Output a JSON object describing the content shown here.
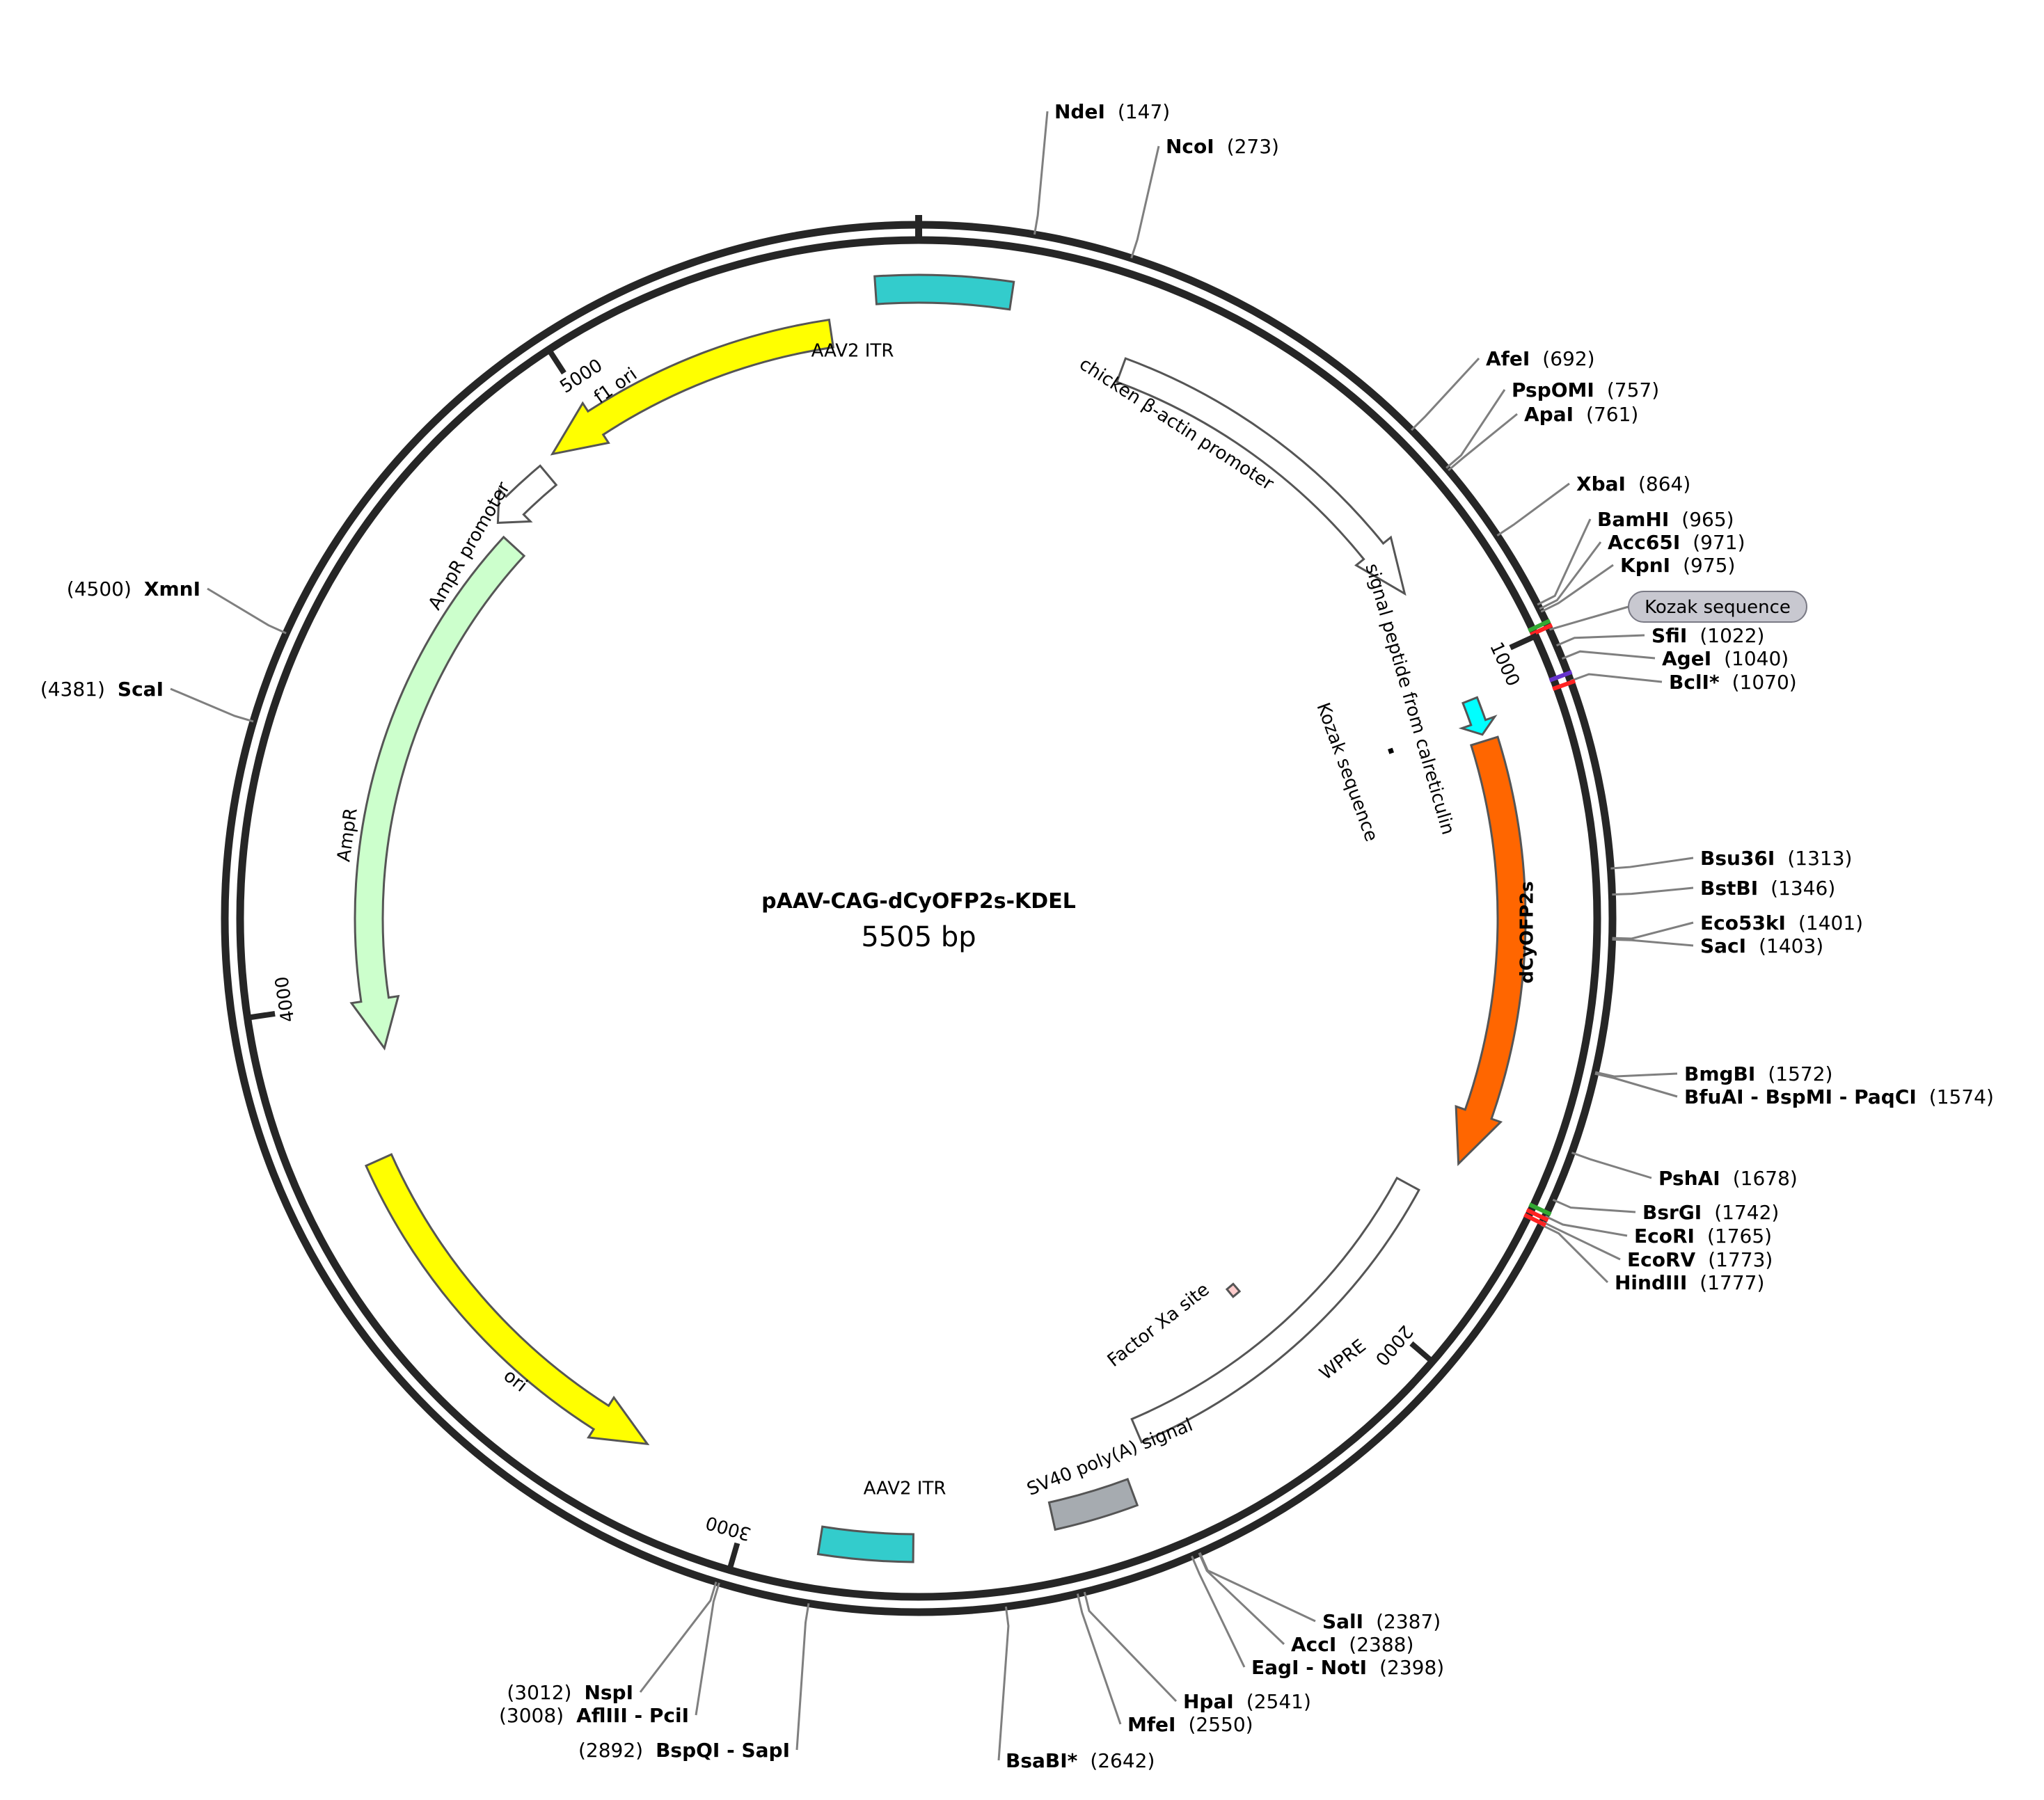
{
  "plasmid": {
    "name": "pAAV-CAG-dCyOFP2s-KDEL",
    "length_label": "5505 bp",
    "length": 5505
  },
  "ticks": [
    {
      "position": 1000,
      "label": "1000"
    },
    {
      "position": 2000,
      "label": "2000"
    },
    {
      "position": 3000,
      "label": "3000"
    },
    {
      "position": 4000,
      "label": "4000"
    },
    {
      "position": 5000,
      "label": "5000"
    }
  ],
  "features": [
    {
      "id": "aav2-itr-1",
      "label": "AAV2 ITR",
      "start": 5445,
      "end": 130,
      "color": "#33CCCC",
      "arrow": false
    },
    {
      "id": "cba-promoter",
      "label": "chicken β-actin promoter",
      "start": 310,
      "end": 860,
      "color": "#FFFFFF",
      "arrow": true,
      "direction": 1
    },
    {
      "id": "signal-peptide",
      "label": "signal peptide from calreticulin",
      "start": 1046,
      "end": 1100,
      "color": "#00FFFF",
      "arrow": true,
      "direction": 1
    },
    {
      "id": "dcyofp2s",
      "label": "dCyOFP2s",
      "start": 1110,
      "end": 1750,
      "color": "#FF6600",
      "arrow": true,
      "direction": 1
    },
    {
      "id": "wpre",
      "label": "WPRE",
      "start": 1812,
      "end": 2400,
      "color": "#FFFFFF",
      "arrow": false
    },
    {
      "id": "sv40-polya",
      "label": "SV40 poly(A) signal",
      "start": 2440,
      "end": 2560,
      "color": "#A6ABB0",
      "arrow": false
    },
    {
      "id": "aav2-itr-2",
      "label": "AAV2 ITR",
      "start": 2760,
      "end": 2890,
      "color": "#33CCCC",
      "arrow": false
    },
    {
      "id": "ori",
      "label": "ori",
      "start": 3170,
      "end": 3760,
      "color": "#FFFF00",
      "arrow": true,
      "direction": -1
    },
    {
      "id": "ampr",
      "label": "AmpR",
      "start": 3920,
      "end": 4780,
      "color": "#CCFFCC",
      "arrow": true,
      "direction": -1
    },
    {
      "id": "ampr-promoter",
      "label": "AmpR promoter",
      "start": 4790,
      "end": 4895,
      "color": "#FFFFFF",
      "arrow": true,
      "direction": -1
    },
    {
      "id": "f1-ori",
      "label": "f1 ori",
      "start": 4920,
      "end": 5375,
      "color": "#FFFF00",
      "arrow": true,
      "direction": -1
    },
    {
      "id": "factor-xa",
      "label": "Factor Xa site",
      "start": 2130,
      "end": 2145,
      "color": "#FFCCCC",
      "arrow": false
    },
    {
      "id": "kozak-inner",
      "label": "Kozak sequence",
      "start": 1075,
      "end": 1080,
      "color": "#000000",
      "arrow": false
    }
  ],
  "kozak_badge": {
    "label": "Kozak sequence"
  },
  "sites": [
    {
      "name": "NdeI",
      "pos": "(147)"
    },
    {
      "name": "NcoI",
      "pos": "(273)"
    },
    {
      "name": "AfeI",
      "pos": "(692)"
    },
    {
      "name": "PspOMI",
      "pos": "(757)"
    },
    {
      "name": "ApaI",
      "pos": "(761)"
    },
    {
      "name": "XbaI",
      "pos": "(864)"
    },
    {
      "name": "BamHI",
      "pos": "(965)"
    },
    {
      "name": "Acc65I",
      "pos": "(971)"
    },
    {
      "name": "KpnI",
      "pos": "(975)"
    },
    {
      "name": "SfiI",
      "pos": "(1022)"
    },
    {
      "name": "AgeI",
      "pos": "(1040)"
    },
    {
      "name": "BclI*",
      "pos": "(1070)"
    },
    {
      "name": "Bsu36I",
      "pos": "(1313)"
    },
    {
      "name": "BstBI",
      "pos": "(1346)"
    },
    {
      "name": "Eco53kI",
      "pos": "(1401)"
    },
    {
      "name": "SacI",
      "pos": "(1403)"
    },
    {
      "name": "BmgBI",
      "pos": "(1572)"
    },
    {
      "name": "BfuAI - BspMI - PaqCI",
      "pos": "(1574)"
    },
    {
      "name": "PshAI",
      "pos": "(1678)"
    },
    {
      "name": "BsrGI",
      "pos": "(1742)"
    },
    {
      "name": "EcoRI",
      "pos": "(1765)"
    },
    {
      "name": "EcoRV",
      "pos": "(1773)"
    },
    {
      "name": "HindIII",
      "pos": "(1777)"
    },
    {
      "name": "SalI",
      "pos": "(2387)"
    },
    {
      "name": "AccI",
      "pos": "(2388)"
    },
    {
      "name": "EagI - NotI",
      "pos": "(2398)"
    },
    {
      "name": "HpaI",
      "pos": "(2541)"
    },
    {
      "name": "MfeI",
      "pos": "(2550)"
    },
    {
      "name": "BsaBI*",
      "pos": "(2642)"
    },
    {
      "name": "BspQI - SapI",
      "pos": "(2892)"
    },
    {
      "name": "NspI",
      "pos": "(3012)"
    },
    {
      "name": "AflIII - PciI",
      "pos": "(3008)"
    },
    {
      "name": "ScaI",
      "pos": "(4381)"
    },
    {
      "name": "XmnI",
      "pos": "(4500)"
    }
  ]
}
